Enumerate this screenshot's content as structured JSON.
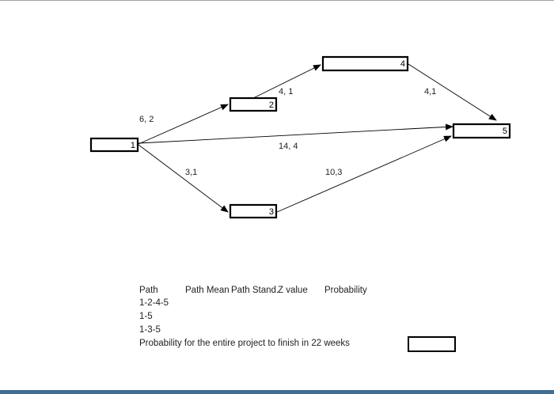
{
  "diagram": {
    "nodes": [
      {
        "id": "1",
        "label": "1"
      },
      {
        "id": "2",
        "label": "2"
      },
      {
        "id": "3",
        "label": "3"
      },
      {
        "id": "4",
        "label": "4"
      },
      {
        "id": "5",
        "label": "5"
      }
    ],
    "edges": [
      {
        "from": "1",
        "to": "2",
        "label": "6, 2"
      },
      {
        "from": "1",
        "to": "3",
        "label": "3,1"
      },
      {
        "from": "1",
        "to": "5",
        "label": "14, 4"
      },
      {
        "from": "2",
        "to": "4",
        "label": "4, 1"
      },
      {
        "from": "4",
        "to": "5",
        "label": "4,1"
      },
      {
        "from": "3",
        "to": "5",
        "label": "10,3"
      }
    ]
  },
  "table": {
    "headers": {
      "path": "Path",
      "path_mean": "Path Mean",
      "path_stand": "Path Stand.",
      "z_value": "Z value",
      "probability": "Probability"
    },
    "rows": [
      "1-2-4-5",
      "1-5",
      "1-3-5"
    ],
    "footer": "Probability for the entire project to finish in 22 weeks"
  }
}
